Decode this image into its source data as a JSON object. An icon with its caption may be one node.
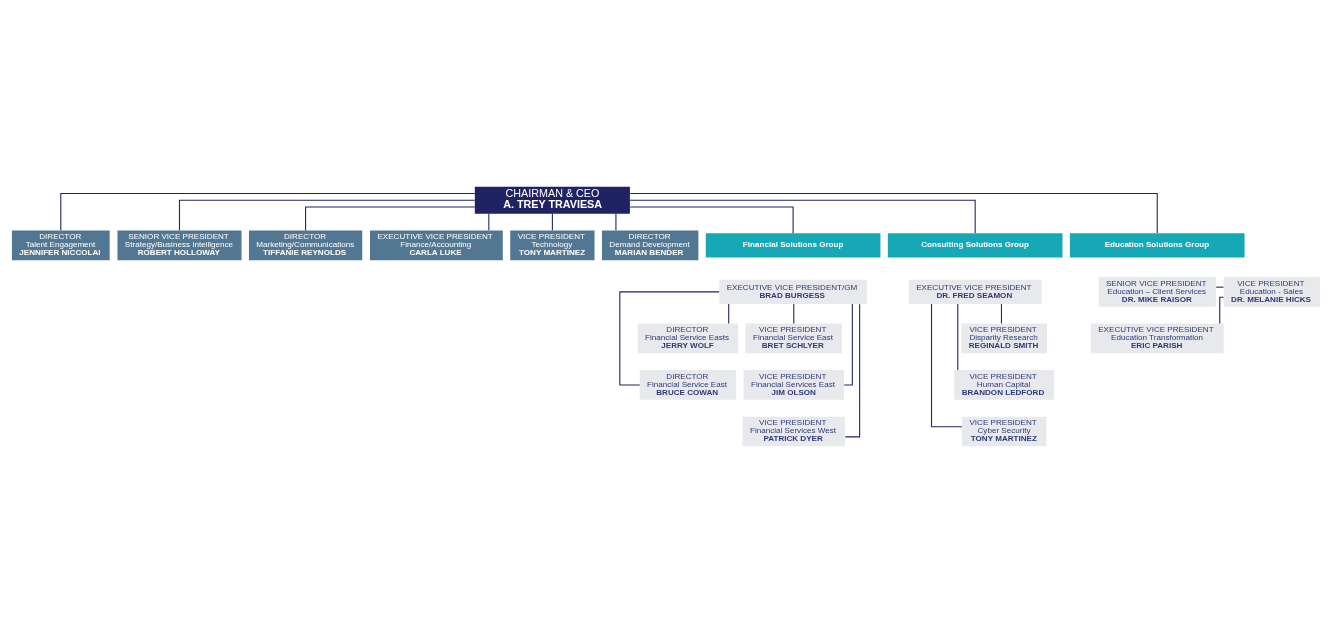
{
  "diagram": {
    "nodes": [
      {
        "text": [
          "CHAIRMAN & CEO",
          "A. TREY TRAVIESA"
        ]
      },
      {
        "text": [
          "DIRECTOR",
          "Talent Engagement",
          "JENNIFER NICCOLAI"
        ]
      },
      {
        "text": [
          "SENIOR VICE PRESIDENT",
          "Strategy/Business Intelligence",
          "ROBERT HOLLOWAY"
        ]
      },
      {
        "text": [
          "DIRECTOR",
          "Marketing/Communications",
          "TIFFANIE REYNOLDS"
        ]
      },
      {
        "text": [
          "EXECUTIVE VICE PRESIDENT",
          "Finance/Accounting",
          "CARLA LUKE"
        ]
      },
      {
        "text": [
          "VICE PRESIDENT",
          "Technology",
          "TONY MARTINEZ"
        ]
      },
      {
        "text": [
          "DIRECTOR",
          "Demand Development",
          "MARIAN BENDER"
        ]
      },
      {
        "text": [
          "Financial Solutions Group"
        ]
      },
      {
        "text": [
          "Consulting Solutions Group"
        ]
      },
      {
        "text": [
          "Education Solutions Group"
        ]
      },
      {
        "text": [
          "EXECUTIVE VICE PRESIDENT/GM",
          "BRAD BURGESS"
        ]
      },
      {
        "text": [
          "DIRECTOR",
          "Financial Service Easts",
          "JERRY WOLF"
        ]
      },
      {
        "text": [
          "VICE PRESIDENT",
          "Financial Service East",
          "BRET SCHLYER"
        ]
      },
      {
        "text": [
          "DIRECTOR",
          "Financial Service East",
          "BRUCE COWAN"
        ]
      },
      {
        "text": [
          "VICE PRESIDENT",
          "Financial Services East",
          "JIM OLSON"
        ]
      },
      {
        "text": [
          "VICE PRESIDENT",
          "Financial Services West",
          "PATRICK DYER"
        ]
      },
      {
        "text": [
          "EXECUTIVE VICE PRESIDENT",
          "DR. FRED SEAMON"
        ]
      },
      {
        "text": [
          "VICE PRESIDENT",
          "Disparity Research",
          "REGINALD SMITH"
        ]
      },
      {
        "text": [
          "VICE PRESIDENT",
          "Human Capital",
          "BRANDON LEDFORD"
        ]
      },
      {
        "text": [
          "VICE PRESIDENT",
          "Cyber Security",
          "TONY MARTINEZ"
        ]
      },
      {
        "text": [
          "SENIOR VICE PRESIDENT",
          "Education – Client Services",
          "DR. MIKE RAISOR"
        ]
      },
      {
        "text": [
          "VICE PRESIDENT",
          "Education - Sales",
          "DR. MELANIE HICKS"
        ]
      },
      {
        "text": [
          "EXECUTIVE VICE PRESIDENT",
          "Education Transformation",
          "ERIC PARISH"
        ]
      }
    ],
    "edges": [
      {
        "from": 0,
        "to": 1,
        "arrow": "none"
      },
      {
        "from": 0,
        "to": 2,
        "arrow": "none"
      },
      {
        "from": 0,
        "to": 3,
        "arrow": "none"
      },
      {
        "from": 0,
        "to": 4,
        "arrow": "none"
      },
      {
        "from": 0,
        "to": 5,
        "arrow": "none"
      },
      {
        "from": 0,
        "to": 6,
        "arrow": "none"
      },
      {
        "from": 0,
        "to": 7,
        "arrow": "none"
      },
      {
        "from": 0,
        "to": 8,
        "arrow": "none"
      },
      {
        "from": 0,
        "to": 9,
        "arrow": "none"
      },
      {
        "from": 10,
        "to": 11,
        "arrow": "none"
      },
      {
        "from": 10,
        "to": 12,
        "arrow": "none"
      },
      {
        "from": 10,
        "to": 13,
        "arrow": "none"
      },
      {
        "from": 10,
        "to": 14,
        "arrow": "none"
      },
      {
        "from": 10,
        "to": 15,
        "arrow": "none"
      },
      {
        "from": 16,
        "to": 17,
        "arrow": "none"
      },
      {
        "from": 16,
        "to": 18,
        "arrow": "none"
      },
      {
        "from": 16,
        "to": 19,
        "arrow": "none"
      },
      {
        "from": 20,
        "to": 21,
        "arrow": "none"
      },
      {
        "from": 22,
        "to": 21,
        "arrow": "none"
      }
    ]
  }
}
